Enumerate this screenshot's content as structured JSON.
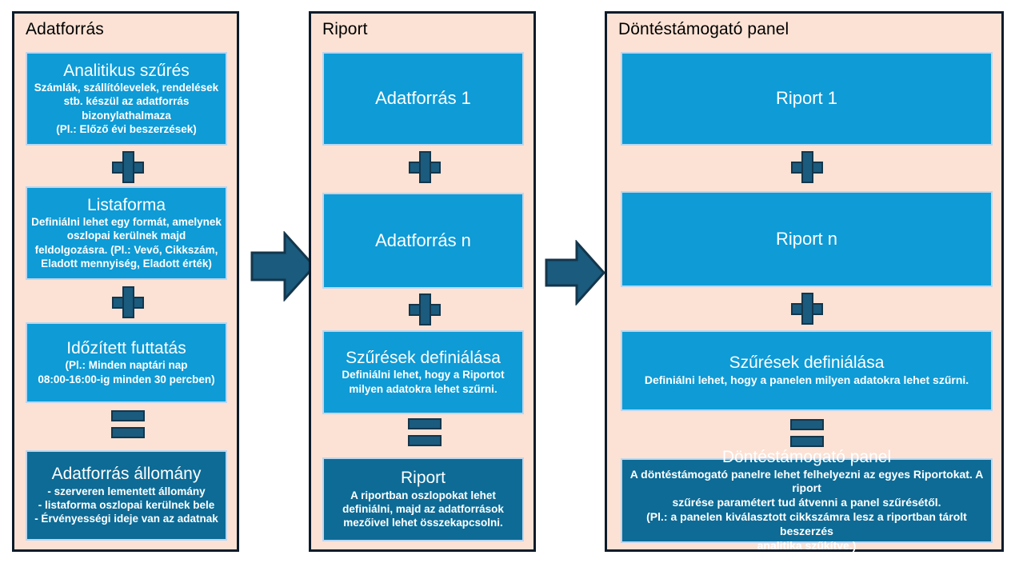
{
  "colors": {
    "panel_bg": "#fbe2d5",
    "panel_border": "#0c1b2a",
    "box_light": "#0e9bd6",
    "box_dark": "#0d6b96",
    "box_stroke": "#bcd6ef",
    "operator": "#1a5b7e",
    "arrow_fill": "#1a5b7e",
    "arrow_stroke": "#14364b",
    "text_on_box": "#ffffff",
    "title_text": "#000000"
  },
  "panels": [
    {
      "title": "Adatforrás",
      "boxes": [
        {
          "title": "Analitikus szűrés",
          "desc": "Számlák, szállítólevelek, rendelések\nstb. készül az adatforrás\nbizonylathalmaza\n(Pl.: Előző évi beszerzések)",
          "style": "light"
        },
        {
          "title": "Listaforma",
          "desc": "Definiálni lehet egy formát, amelynek\noszlopai kerülnek majd\nfeldolgozásra.  (Pl.: Vevő, Cikkszám,\nEladott mennyiség, Eladott érték)",
          "style": "light"
        },
        {
          "title": "Időzített futtatás",
          "desc": "(Pl.: Minden naptári nap\n08:00-16:00-ig minden 30 percben)",
          "style": "light"
        },
        {
          "title": "Adatforrás állomány",
          "desc": "-  szerveren lementett állomány\n-     listaforma oszlopai kerülnek bele\n-    Érvényességi ideje van az adatnak",
          "style": "dark"
        }
      ],
      "operators": [
        "plus",
        "plus",
        "equals"
      ]
    },
    {
      "title": "Riport",
      "boxes": [
        {
          "title": "Adatforrás 1",
          "desc": "",
          "style": "light"
        },
        {
          "title": "Adatforrás n",
          "desc": "",
          "style": "light"
        },
        {
          "title": "Szűrések definiálása",
          "desc": "Definiálni lehet, hogy a Riportot\nmilyen adatokra lehet szűrni.",
          "style": "light"
        },
        {
          "title": "Riport",
          "desc": "A riportban oszlopokat lehet\ndefiniálni, majd az adatforrások\nmezőivel lehet összekapcsolni.",
          "style": "dark"
        }
      ],
      "operators": [
        "plus",
        "plus",
        "equals"
      ]
    },
    {
      "title": "Döntéstámogató panel",
      "boxes": [
        {
          "title": "Riport 1",
          "desc": "",
          "style": "light"
        },
        {
          "title": "Riport n",
          "desc": "",
          "style": "light"
        },
        {
          "title": "Szűrések definiálása",
          "desc": "Definiálni lehet, hogy a panelen milyen adatokra lehet szűrni.",
          "style": "light"
        },
        {
          "title": "Döntéstámogató panel",
          "desc": "A döntéstámogató panelre lehet felhelyezni az egyes Riportokat. A riport\nszűrése paramétert tud átvenni a panel szűrésétől.\n(Pl.: a panelen kiválasztott cikkszámra lesz a riportban tárolt  beszerzés\nanalitika szűkítve.)",
          "style": "dark"
        }
      ],
      "operators": [
        "plus",
        "plus",
        "equals"
      ]
    }
  ],
  "arrows": [
    {
      "name": "arrow-adatforras-to-riport"
    },
    {
      "name": "arrow-riport-to-panel"
    }
  ]
}
